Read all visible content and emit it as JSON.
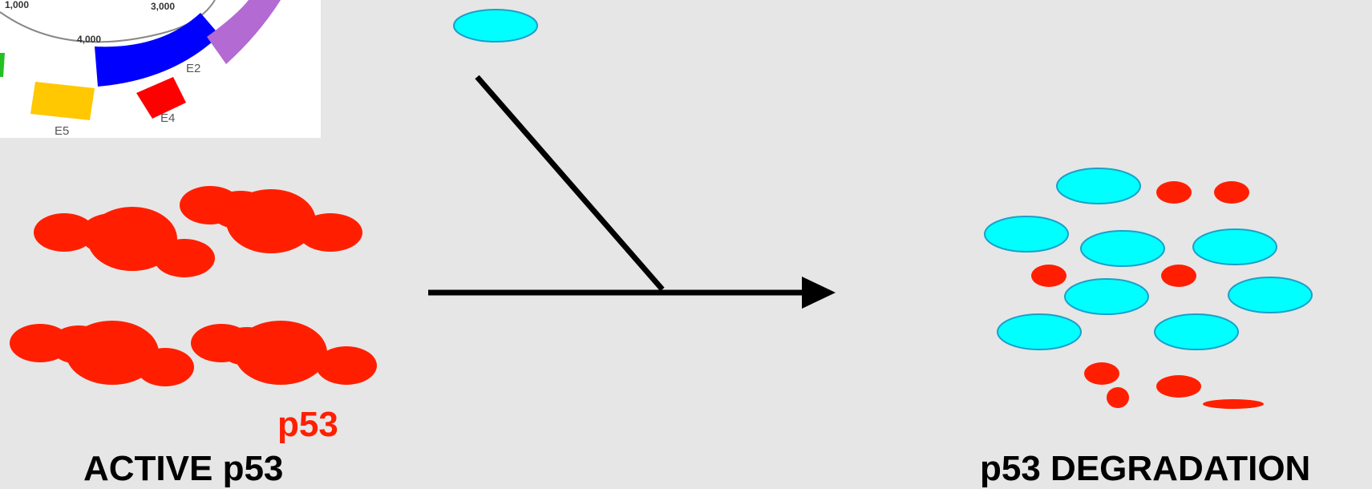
{
  "genome_map": {
    "ticks": [
      "1,000",
      "3,000",
      "4,000"
    ],
    "genes": [
      {
        "label": "E2",
        "color": "#0000ff"
      },
      {
        "label": "E4",
        "color": "#ff0000"
      },
      {
        "label": "E5",
        "color": "#ffc800"
      },
      {
        "label": "",
        "color": "#b36ad3"
      }
    ]
  },
  "labels": {
    "protein_tag": "p53",
    "active": "ACTIVE p53",
    "degradation": "p53 DEGRADATION"
  },
  "colors": {
    "background": "#e6e6e6",
    "p53_red": "#ff1f00",
    "e6_cyan": "#00ffff",
    "cyan_outline": "#1aa0c8",
    "arrow": "#000000"
  }
}
